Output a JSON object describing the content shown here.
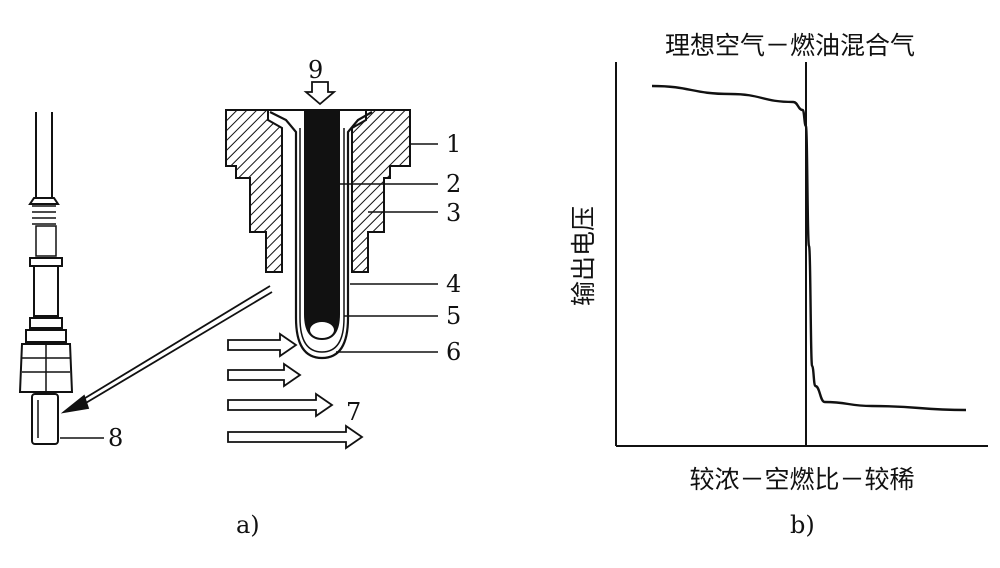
{
  "figure_a": {
    "caption": "a)",
    "callouts": [
      "1",
      "2",
      "3",
      "4",
      "5",
      "6",
      "7",
      "8",
      "9"
    ]
  },
  "figure_b": {
    "caption": "b)",
    "title": "理想空气－燃油混合气",
    "xlabel": "较浓－空燃比－较稀",
    "ylabel": "输出电压"
  },
  "chart_data": {
    "type": "line",
    "title": "理想空气－燃油混合气",
    "xlabel": "较浓－空燃比－较稀",
    "ylabel": "输出电压",
    "x_ticks": [],
    "y_ticks": [],
    "grid": false,
    "reference_line": "vertical line at the ideal (stoichiometric) air-fuel ratio",
    "series": [
      {
        "description": "high output voltage on the rich side, drops sharply at the ideal ratio, low on the lean side",
        "x": [
          0.0,
          0.25,
          0.45,
          0.48,
          0.49,
          0.5,
          0.51,
          0.52,
          0.55,
          0.7,
          1.0
        ],
        "y": [
          0.9,
          0.88,
          0.86,
          0.84,
          0.8,
          0.5,
          0.2,
          0.15,
          0.11,
          0.1,
          0.09
        ]
      }
    ]
  },
  "colors": {
    "ink": "#111111",
    "paper": "#ffffff"
  }
}
